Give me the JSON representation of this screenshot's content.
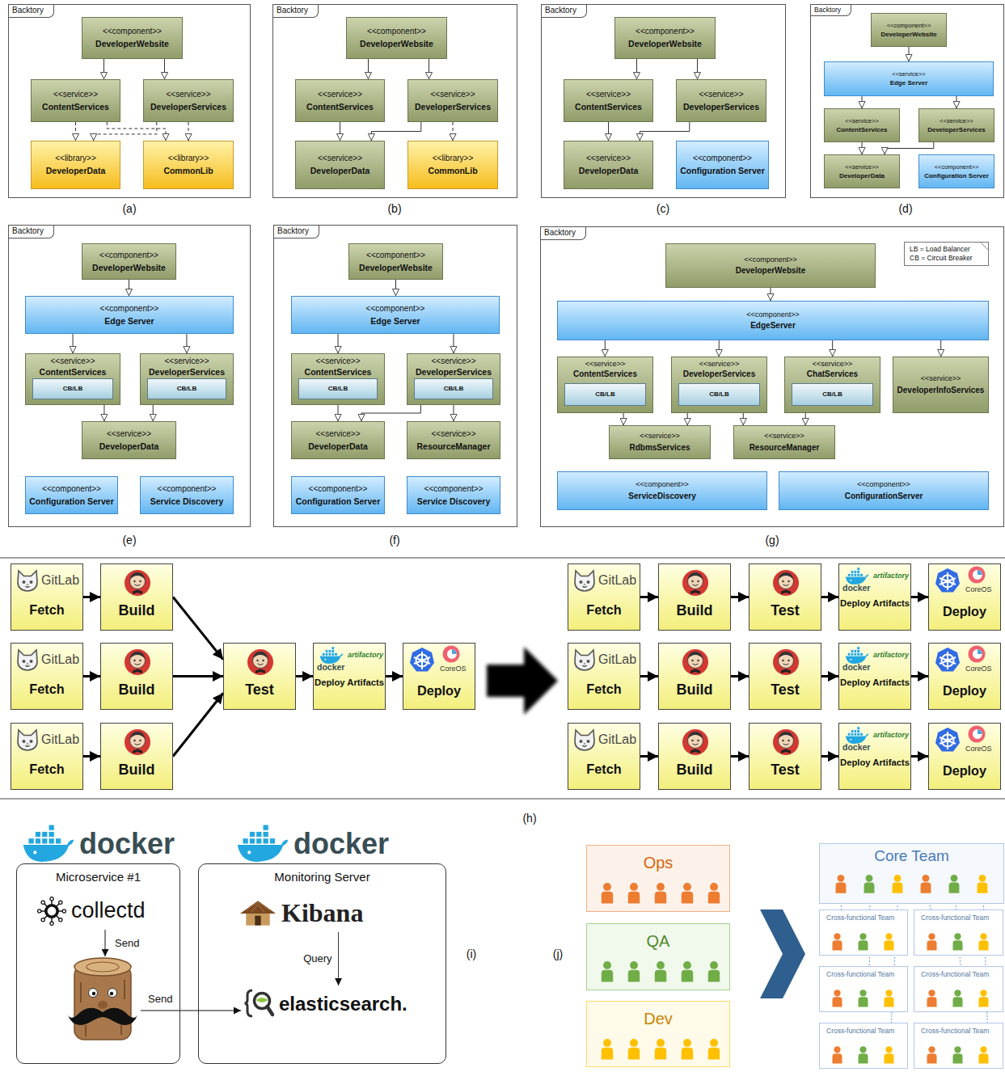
{
  "diagram": {
    "nodes": [
      {
        "text": [
          "Backtory"
        ]
      },
      {
        "text": [
          "<<component>>",
          "DeveloperWebsite"
        ],
        "in": 0
      },
      {
        "text": [
          "<<service>>",
          "ContentServices"
        ],
        "in": 0
      },
      {
        "text": [
          "<<service>>",
          "DeveloperServices"
        ],
        "in": 0
      },
      {
        "text": [
          "<<library>>",
          "DeveloperData"
        ],
        "in": 0
      },
      {
        "text": [
          "<<library>>",
          "CommonLib"
        ],
        "in": 0
      },
      {
        "text": [
          "Backtory"
        ]
      },
      {
        "text": [
          "<<component>>",
          "DeveloperWebsite"
        ],
        "in": 6
      },
      {
        "text": [
          "<<service>>",
          "ContentServices"
        ],
        "in": 6
      },
      {
        "text": [
          "<<service>>",
          "DeveloperServices"
        ],
        "in": 6
      },
      {
        "text": [
          "<<service>>",
          "DeveloperData"
        ],
        "in": 6
      },
      {
        "text": [
          "<<library>>",
          "CommonLib"
        ],
        "in": 6
      },
      {
        "text": [
          "Backtory"
        ]
      },
      {
        "text": [
          "<<component>>",
          "DeveloperWebsite"
        ],
        "in": 12
      },
      {
        "text": [
          "<<service>>",
          "ContentServices"
        ],
        "in": 12
      },
      {
        "text": [
          "<<service>>",
          "DeveloperServices"
        ],
        "in": 12
      },
      {
        "text": [
          "<<service>>",
          "DeveloperData"
        ],
        "in": 12
      },
      {
        "text": [
          "<<component>>",
          "Configuration Server"
        ],
        "in": 12
      },
      {
        "text": [
          "Backtory"
        ]
      },
      {
        "text": [
          "<<component>>",
          "DeveloperWebsite"
        ],
        "in": 18
      },
      {
        "text": [
          "<<service>>",
          "Edge Server"
        ],
        "in": 18
      },
      {
        "text": [
          "<<service>>",
          "ContentServices"
        ],
        "in": 18
      },
      {
        "text": [
          "<<service>>",
          "DeveloperServices"
        ],
        "in": 18
      },
      {
        "text": [
          "<<service>>",
          "DeveloperData"
        ],
        "in": 18
      },
      {
        "text": [
          "<<component>>",
          "Configuration Server"
        ],
        "in": 18
      },
      {
        "text": [
          "Backtory"
        ]
      },
      {
        "text": [
          "<<component>>",
          "DeveloperWebsite"
        ],
        "in": 25
      },
      {
        "text": [
          "<<component>>",
          "Edge Server"
        ],
        "in": 25
      },
      {
        "text": [
          "<<service>>",
          "ContentServices"
        ],
        "in": 25
      },
      {
        "text": [
          "CB/LB"
        ],
        "in": 28
      },
      {
        "text": [
          "<<service>>",
          "DeveloperServices"
        ],
        "in": 25
      },
      {
        "text": [
          "CB/LB"
        ],
        "in": 30
      },
      {
        "text": [
          "<<service>>",
          "DeveloperData"
        ],
        "in": 25
      },
      {
        "text": [
          "<<component>>",
          "Configuration Server"
        ],
        "in": 25
      },
      {
        "text": [
          "<<component>>",
          "Service Discovery"
        ],
        "in": 25
      },
      {
        "text": [
          "Backtory"
        ]
      },
      {
        "text": [
          "<<component>>",
          "DeveloperWebsite"
        ],
        "in": 35
      },
      {
        "text": [
          "<<component>>",
          "Edge Server"
        ],
        "in": 35
      },
      {
        "text": [
          "<<service>>",
          "ContentServices"
        ],
        "in": 35
      },
      {
        "text": [
          "CB/LB"
        ],
        "in": 38
      },
      {
        "text": [
          "<<service>>",
          "DeveloperServices"
        ],
        "in": 35
      },
      {
        "text": [
          "CB/LB"
        ],
        "in": 40
      },
      {
        "text": [
          "<<service>>",
          "DeveloperData"
        ],
        "in": 35
      },
      {
        "text": [
          "<<service>>",
          "ResourceManager"
        ],
        "in": 35
      },
      {
        "text": [
          "<<component>>",
          "Configuration Server"
        ],
        "in": 35
      },
      {
        "text": [
          "<<component>>",
          "Service Discovery"
        ],
        "in": 35
      },
      {
        "text": [
          "Backtory"
        ]
      },
      {
        "text": [
          "<<component>>",
          "DeveloperWebsite"
        ],
        "in": 46
      },
      {
        "text": [
          "LB = Load Balancer",
          "CB = Circuit Breaker"
        ],
        "in": 46
      },
      {
        "text": [
          "<<component>>",
          "EdgeServer"
        ],
        "in": 46
      },
      {
        "text": [
          "<<service>>",
          "ContentServices"
        ],
        "in": 46
      },
      {
        "text": [
          "CB/LB"
        ],
        "in": 50
      },
      {
        "text": [
          "<<service>>",
          "DeveloperServices"
        ],
        "in": 46
      },
      {
        "text": [
          "CB/LB"
        ],
        "in": 52
      },
      {
        "text": [
          "<<service>>",
          "ChatServices"
        ],
        "in": 46
      },
      {
        "text": [
          "CB/LB"
        ],
        "in": 54
      },
      {
        "text": [
          "<<service>>",
          "DeveloperInfoServices"
        ],
        "in": 46
      },
      {
        "text": [
          "<<service>>",
          "RdbmsServices"
        ],
        "in": 46
      },
      {
        "text": [
          "<<service>>",
          "ResourceManager"
        ],
        "in": 46
      },
      {
        "text": [
          "<<component>>",
          "ServiceDiscovery"
        ],
        "in": 46
      },
      {
        "text": [
          "<<component>>",
          "ConfigurationServer"
        ],
        "in": 46
      },
      {
        "text": [
          "GitLab",
          "Fetch"
        ]
      },
      {
        "text": [
          "Build"
        ]
      },
      {
        "text": [
          "GitLab",
          "Fetch"
        ]
      },
      {
        "text": [
          "Build"
        ]
      },
      {
        "text": [
          "Test"
        ]
      },
      {
        "text": [
          "docker",
          "artifactory",
          "Deploy Artifacts"
        ]
      },
      {
        "text": [
          "CoreOS",
          "Deploy"
        ]
      },
      {
        "text": [
          "GitLab",
          "Fetch"
        ]
      },
      {
        "text": [
          "Build"
        ]
      },
      {
        "text": [
          "GitLab",
          "Fetch"
        ]
      },
      {
        "text": [
          "Build"
        ]
      },
      {
        "text": [
          "Test"
        ]
      },
      {
        "text": [
          "docker",
          "artifactory",
          "Deploy Artifacts"
        ]
      },
      {
        "text": [
          "CoreOS",
          "Deploy"
        ]
      },
      {
        "text": [
          "GitLab",
          "Fetch"
        ]
      },
      {
        "text": [
          "Build"
        ]
      },
      {
        "text": [
          "Test"
        ]
      },
      {
        "text": [
          "docker",
          "artifactory",
          "Deploy Artifacts"
        ]
      },
      {
        "text": [
          "CoreOS",
          "Deploy"
        ]
      },
      {
        "text": [
          "GitLab",
          "Fetch"
        ]
      },
      {
        "text": [
          "Build"
        ]
      },
      {
        "text": [
          "Test"
        ]
      },
      {
        "text": [
          "docker",
          "artifactory",
          "Deploy Artifacts"
        ]
      },
      {
        "text": [
          "CoreOS",
          "Deploy"
        ]
      },
      {
        "text": [
          "Microservice #1"
        ]
      },
      {
        "text": [
          "collectd"
        ],
        "in": 85
      },
      {
        "text": [
          "Monitoring Server"
        ]
      },
      {
        "text": [
          "Kibana"
        ],
        "in": 87
      },
      {
        "text": [
          "elasticsearch."
        ],
        "in": 87
      },
      {
        "text": [
          "Ops"
        ]
      },
      {
        "text": [
          "QA"
        ]
      },
      {
        "text": [
          "Dev"
        ]
      },
      {
        "text": [
          "Core Team"
        ]
      },
      {
        "text": [
          "Cross-functional Team"
        ]
      },
      {
        "text": [
          "Cross-functional Team"
        ]
      },
      {
        "text": [
          "Cross-functional Team"
        ]
      },
      {
        "text": [
          "Cross-functional Team"
        ]
      },
      {
        "text": [
          "Cross-functional Team"
        ]
      },
      {
        "text": [
          "Cross-functional Team"
        ]
      }
    ],
    "edges": [
      {
        "from": 1,
        "to": 2,
        "arrow": "to"
      },
      {
        "from": 1,
        "to": 3,
        "arrow": "to"
      },
      {
        "from": 2,
        "to": 4,
        "arrow": "to"
      },
      {
        "from": 2,
        "to": 5,
        "arrow": "to"
      },
      {
        "from": 3,
        "to": 4,
        "arrow": "to"
      },
      {
        "from": 3,
        "to": 5,
        "arrow": "to"
      },
      {
        "from": 7,
        "to": 8,
        "arrow": "to"
      },
      {
        "from": 7,
        "to": 9,
        "arrow": "to"
      },
      {
        "from": 8,
        "to": 10,
        "arrow": "to"
      },
      {
        "from": 9,
        "to": 10,
        "arrow": "to"
      },
      {
        "from": 9,
        "to": 11,
        "arrow": "to"
      },
      {
        "from": 13,
        "to": 14,
        "arrow": "to"
      },
      {
        "from": 13,
        "to": 15,
        "arrow": "to"
      },
      {
        "from": 14,
        "to": 16,
        "arrow": "to"
      },
      {
        "from": 15,
        "to": 16,
        "arrow": "to"
      },
      {
        "from": 19,
        "to": 20,
        "arrow": "to"
      },
      {
        "from": 20,
        "to": 21,
        "arrow": "to"
      },
      {
        "from": 20,
        "to": 22,
        "arrow": "to"
      },
      {
        "from": 21,
        "to": 23,
        "arrow": "to"
      },
      {
        "from": 22,
        "to": 23,
        "arrow": "to"
      },
      {
        "from": 26,
        "to": 27,
        "arrow": "to"
      },
      {
        "from": 27,
        "to": 28,
        "arrow": "to"
      },
      {
        "from": 27,
        "to": 30,
        "arrow": "to"
      },
      {
        "from": 28,
        "to": 32,
        "arrow": "to"
      },
      {
        "from": 30,
        "to": 32,
        "arrow": "to"
      },
      {
        "from": 36,
        "to": 37,
        "arrow": "to"
      },
      {
        "from": 37,
        "to": 38,
        "arrow": "to"
      },
      {
        "from": 37,
        "to": 40,
        "arrow": "to"
      },
      {
        "from": 38,
        "to": 42,
        "arrow": "to"
      },
      {
        "from": 40,
        "to": 42,
        "arrow": "to"
      },
      {
        "from": 40,
        "to": 43,
        "arrow": "to"
      },
      {
        "from": 47,
        "to": 49,
        "arrow": "to"
      },
      {
        "from": 49,
        "to": 50,
        "arrow": "to"
      },
      {
        "from": 49,
        "to": 52,
        "arrow": "to"
      },
      {
        "from": 49,
        "to": 54,
        "arrow": "to"
      },
      {
        "from": 49,
        "to": 56,
        "arrow": "to"
      },
      {
        "from": 50,
        "to": 57,
        "arrow": "to"
      },
      {
        "from": 52,
        "to": 57,
        "arrow": "to"
      },
      {
        "from": 52,
        "to": 58,
        "arrow": "to"
      },
      {
        "from": 54,
        "to": 58,
        "arrow": "to"
      },
      {
        "from": 61,
        "to": 62,
        "arrow": "to"
      },
      {
        "from": 63,
        "to": 64,
        "arrow": "to"
      },
      {
        "from": 68,
        "to": 69,
        "arrow": "to"
      },
      {
        "from": 62,
        "to": 65,
        "arrow": "to"
      },
      {
        "from": 64,
        "to": 65,
        "arrow": "to"
      },
      {
        "from": 69,
        "to": 65,
        "arrow": "to"
      },
      {
        "from": 65,
        "to": 66,
        "arrow": "to"
      },
      {
        "from": 66,
        "to": 67,
        "arrow": "to"
      },
      {
        "from": 70,
        "to": 71,
        "arrow": "to"
      },
      {
        "from": 71,
        "to": 72,
        "arrow": "to"
      },
      {
        "from": 72,
        "to": 73,
        "arrow": "to"
      },
      {
        "from": 73,
        "to": 74,
        "arrow": "to"
      },
      {
        "from": 75,
        "to": 76,
        "arrow": "to"
      },
      {
        "from": 76,
        "to": 77,
        "arrow": "to"
      },
      {
        "from": 77,
        "to": 78,
        "arrow": "to"
      },
      {
        "from": 78,
        "to": 79,
        "arrow": "to"
      },
      {
        "from": 80,
        "to": 81,
        "arrow": "to"
      },
      {
        "from": 81,
        "to": 82,
        "arrow": "to"
      },
      {
        "from": 82,
        "to": 83,
        "arrow": "to"
      },
      {
        "from": 83,
        "to": 84,
        "arrow": "to"
      },
      {
        "from": 88,
        "to": 89,
        "label": "Query",
        "arrow": "to"
      }
    ],
    "labels": [
      "(a)",
      "(b)",
      "(c)",
      "(d)",
      "(e)",
      "(f)",
      "(g)",
      "(h)",
      "docker",
      "docker",
      "Send",
      "Send",
      "(i)",
      "(j)"
    ]
  }
}
